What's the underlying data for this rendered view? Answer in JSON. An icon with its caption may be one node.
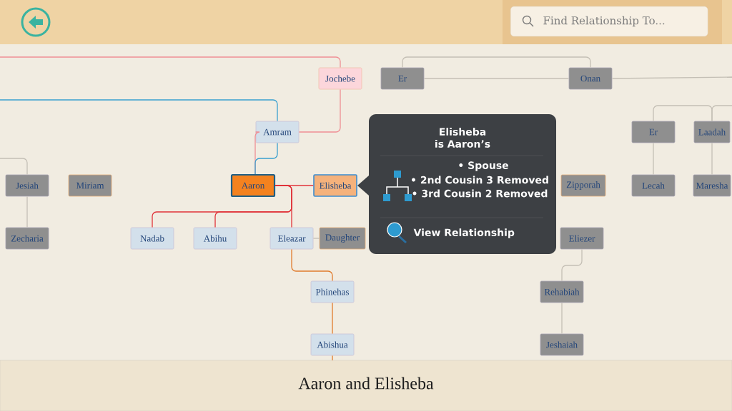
{
  "diagram": {
    "caption": "Aaron and Elisheba",
    "nodes": [
      {
        "text": [
          "Jochebe"
        ]
      },
      {
        "text": [
          "Er"
        ]
      },
      {
        "text": [
          "Onan"
        ]
      },
      {
        "text": [
          "Amram"
        ]
      },
      {
        "text": [
          "Er"
        ]
      },
      {
        "text": [
          "Laadah"
        ]
      },
      {
        "text": [
          "Jesiah"
        ]
      },
      {
        "text": [
          "Miriam"
        ]
      },
      {
        "text": [
          "Aaron"
        ]
      },
      {
        "text": [
          "Elisheba"
        ]
      },
      {
        "text": [
          "Zipporah"
        ]
      },
      {
        "text": [
          "Lecah"
        ]
      },
      {
        "text": [
          "Maresha"
        ]
      },
      {
        "text": [
          "Zecharia"
        ]
      },
      {
        "text": [
          "Nadab"
        ]
      },
      {
        "text": [
          "Abihu"
        ]
      },
      {
        "text": [
          "Eleazar"
        ]
      },
      {
        "text": [
          "Daughter"
        ]
      },
      {
        "text": [
          "Eliezer"
        ]
      },
      {
        "text": [
          "Phinehas"
        ]
      },
      {
        "text": [
          "Rehabiah"
        ]
      },
      {
        "text": [
          "Abishua"
        ]
      },
      {
        "text": [
          "Jeshaiah"
        ]
      },
      {
        "text": [
          "Elisheba is Aaron’s",
          "• Spouse",
          "• 2nd Cousin 3 Removed",
          "• 3rd Cousin 2 Removed",
          "View Relationship"
        ]
      }
    ],
    "edges": [
      {
        "from": null,
        "to": 0,
        "arrow": "none",
        "color": "#ef8f95"
      },
      {
        "from": 0,
        "to": 3,
        "arrow": "none",
        "color": "#ef8f95"
      },
      {
        "from": 3,
        "to": 8,
        "arrow": "none",
        "color": "#ef8f95"
      },
      {
        "from": null,
        "to": 3,
        "arrow": "none",
        "color": "#3aa0cf"
      },
      {
        "from": 3,
        "to": 8,
        "arrow": "none",
        "color": "#3aa0cf"
      },
      {
        "from": 8,
        "to": 9,
        "arrow": "none",
        "color": "#e0333a"
      },
      {
        "from": 8,
        "to": 14,
        "arrow": "none",
        "color": "#e0333a"
      },
      {
        "from": 8,
        "to": 15,
        "arrow": "none",
        "color": "#e0333a"
      },
      {
        "from": 8,
        "to": 16,
        "arrow": "none",
        "color": "#e0333a"
      },
      {
        "from": 16,
        "to": 17,
        "arrow": "none"
      },
      {
        "from": 16,
        "to": 19,
        "arrow": "none",
        "color": "#e07b2c"
      },
      {
        "from": 19,
        "to": 21,
        "arrow": "none",
        "color": "#e07b2c"
      },
      {
        "from": 21,
        "to": null,
        "arrow": "none",
        "color": "#e07b2c"
      },
      {
        "from": null,
        "to": 6,
        "arrow": "none"
      },
      {
        "from": 6,
        "to": 13,
        "arrow": "none"
      },
      {
        "from": 1,
        "to": 2,
        "arrow": "none"
      },
      {
        "from": 2,
        "to": 1,
        "arrow": "none"
      },
      {
        "from": 2,
        "to": null,
        "arrow": "none"
      },
      {
        "from": 4,
        "to": 11,
        "arrow": "none"
      },
      {
        "from": 5,
        "to": 12,
        "arrow": "none"
      },
      {
        "from": 4,
        "to": 5,
        "arrow": "none"
      },
      {
        "from": 5,
        "to": null,
        "arrow": "none"
      },
      {
        "from": 18,
        "to": 20,
        "arrow": "none"
      },
      {
        "from": 20,
        "to": 22,
        "arrow": "none"
      }
    ],
    "labels": [
      "Find Relationship To..."
    ]
  }
}
